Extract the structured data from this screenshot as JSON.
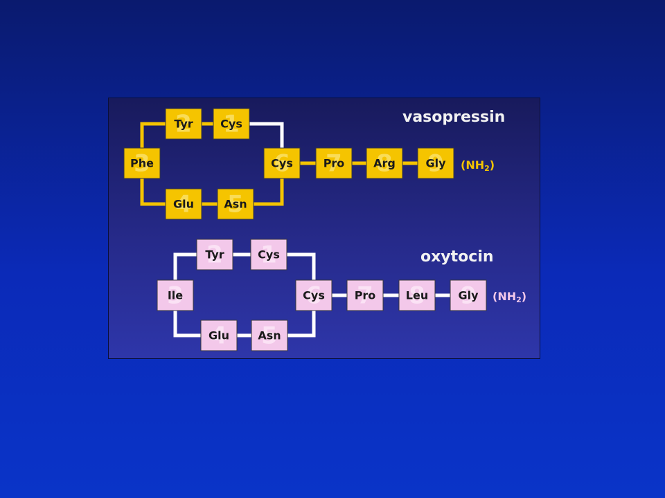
{
  "molecules": [
    {
      "title": "vasopressin",
      "terminal_label": "(NH",
      "terminal_sub": "2",
      "terminal_close": ")",
      "box_color": "#f5c400",
      "link_color": "#f5c400",
      "disulfide_color": "#ffffff",
      "number_color": "#f9dc58",
      "terminal_color": "#f5c400",
      "residues": [
        {
          "label": "Cys",
          "number": "1"
        },
        {
          "label": "Tyr",
          "number": "2"
        },
        {
          "label": "Phe",
          "number": "3"
        },
        {
          "label": "Glu",
          "number": "4"
        },
        {
          "label": "Asn",
          "number": "5"
        },
        {
          "label": "Cys",
          "number": "6"
        },
        {
          "label": "Pro",
          "number": "7"
        },
        {
          "label": "Arg",
          "number": "8"
        },
        {
          "label": "Gly",
          "number": "9"
        }
      ]
    },
    {
      "title": "oxytocin",
      "terminal_label": "(NH",
      "terminal_sub": "2",
      "terminal_close": ")",
      "box_color": "#f3c8ea",
      "link_color": "#ffffff",
      "disulfide_color": "#ffffff",
      "number_color": "#fbe2f5",
      "terminal_color": "#f3c8ea",
      "residues": [
        {
          "label": "Cys",
          "number": "1"
        },
        {
          "label": "Tyr",
          "number": "2"
        },
        {
          "label": "Ile",
          "number": "3"
        },
        {
          "label": "Glu",
          "number": "4"
        },
        {
          "label": "Asn",
          "number": "5"
        },
        {
          "label": "Cys",
          "number": "6"
        },
        {
          "label": "Pro",
          "number": "7"
        },
        {
          "label": "Leu",
          "number": "8"
        },
        {
          "label": "Gly",
          "number": "9"
        }
      ]
    }
  ]
}
